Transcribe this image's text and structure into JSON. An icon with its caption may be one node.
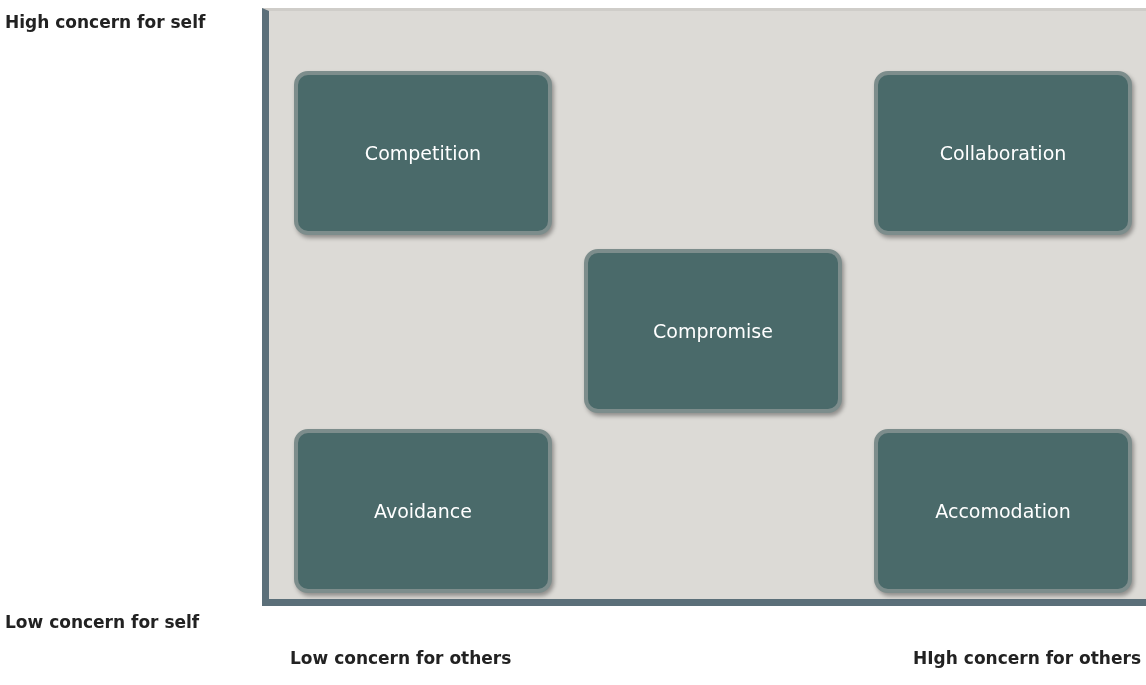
{
  "diagram": {
    "nodes": [
      {
        "text": [
          "Competition"
        ]
      },
      {
        "text": [
          "Collaboration"
        ]
      },
      {
        "text": [
          "Compromise"
        ]
      },
      {
        "text": [
          "Avoidance"
        ]
      },
      {
        "text": [
          "Accomodation"
        ]
      }
    ],
    "labels": [
      "High concern for self",
      "Low concern for self",
      "Low concern for others",
      "HIgh concern for others"
    ]
  }
}
